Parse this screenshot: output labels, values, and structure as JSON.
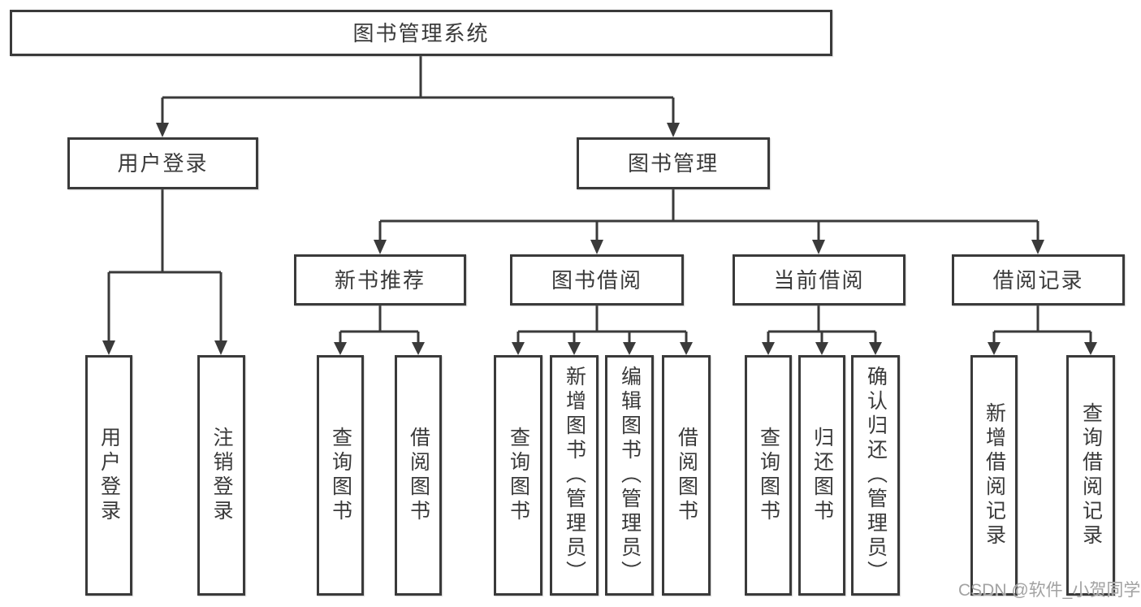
{
  "title": "图书管理系统",
  "level2": {
    "user_login": "用户登录",
    "book_management": "图书管理"
  },
  "level3": {
    "new_book_recommend": "新书推荐",
    "book_borrowing": "图书借阅",
    "current_borrowing": "当前借阅",
    "borrowing_records": "借阅记录"
  },
  "leaves": {
    "user_login": "用户登录",
    "logout": "注销登录",
    "nbr_query_books": "查询图书",
    "nbr_borrow_books": "借阅图书",
    "bb_query_books": "查询图书",
    "bb_add_books_admin": "新增图书（管理员）",
    "bb_edit_books_admin": "编辑图书（管理员）",
    "bb_borrow_books": "借阅图书",
    "cb_query_books": "查询图书",
    "cb_return_books": "归还图书",
    "cb_confirm_return_admin": "确认归还（管理员）",
    "br_add_record": "新增借阅记录",
    "br_query_record": "查询借阅记录"
  },
  "watermark": "CSDN @软件_小贺同学",
  "colors": {
    "line": "#3a3a3a",
    "text": "#3a3a3a",
    "background": "#ffffff",
    "watermark": "#a2a2a2"
  }
}
